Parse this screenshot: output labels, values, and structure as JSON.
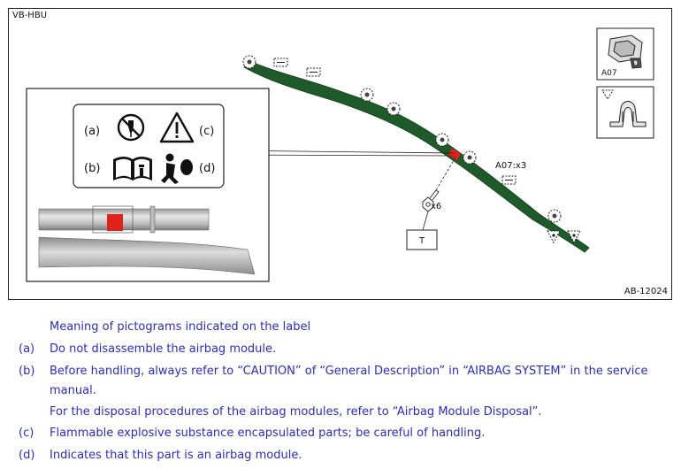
{
  "figure": {
    "code": "VB-HBU",
    "figure_id": "AB-12024",
    "callout_module": "A07:x3",
    "bolt_count": "x6",
    "tool_label": "T",
    "legend_module": "A07",
    "pictograms": [
      {
        "key": "(a)",
        "icon": "no-disassemble-icon"
      },
      {
        "key": "(b)",
        "icon": "read-manual-icon"
      },
      {
        "key": "(c)",
        "icon": "warning-triangle-icon"
      },
      {
        "key": "(d)",
        "icon": "airbag-person-icon"
      }
    ],
    "colors": {
      "airbag": "#1f5a2a",
      "label": "#e0221c",
      "text": "#2d2db8"
    }
  },
  "notes": {
    "heading": "Meaning of pictograms indicated on the label",
    "items": [
      {
        "key": "(a)",
        "text": "Do not disassemble the airbag module."
      },
      {
        "key": "(b)",
        "text": "Before handling, always refer to “CAUTION” of “General Description” in “AIRBAG SYSTEM” in the service",
        "cont": [
          "manual.",
          "For the disposal procedures of the airbag modules, refer to “Airbag Module Disposal”."
        ]
      },
      {
        "key": "(c)",
        "text": "Flammable explosive substance encapsulated parts; be careful of handling."
      },
      {
        "key": "(d)",
        "text": "Indicates that this part is an airbag module."
      }
    ]
  }
}
